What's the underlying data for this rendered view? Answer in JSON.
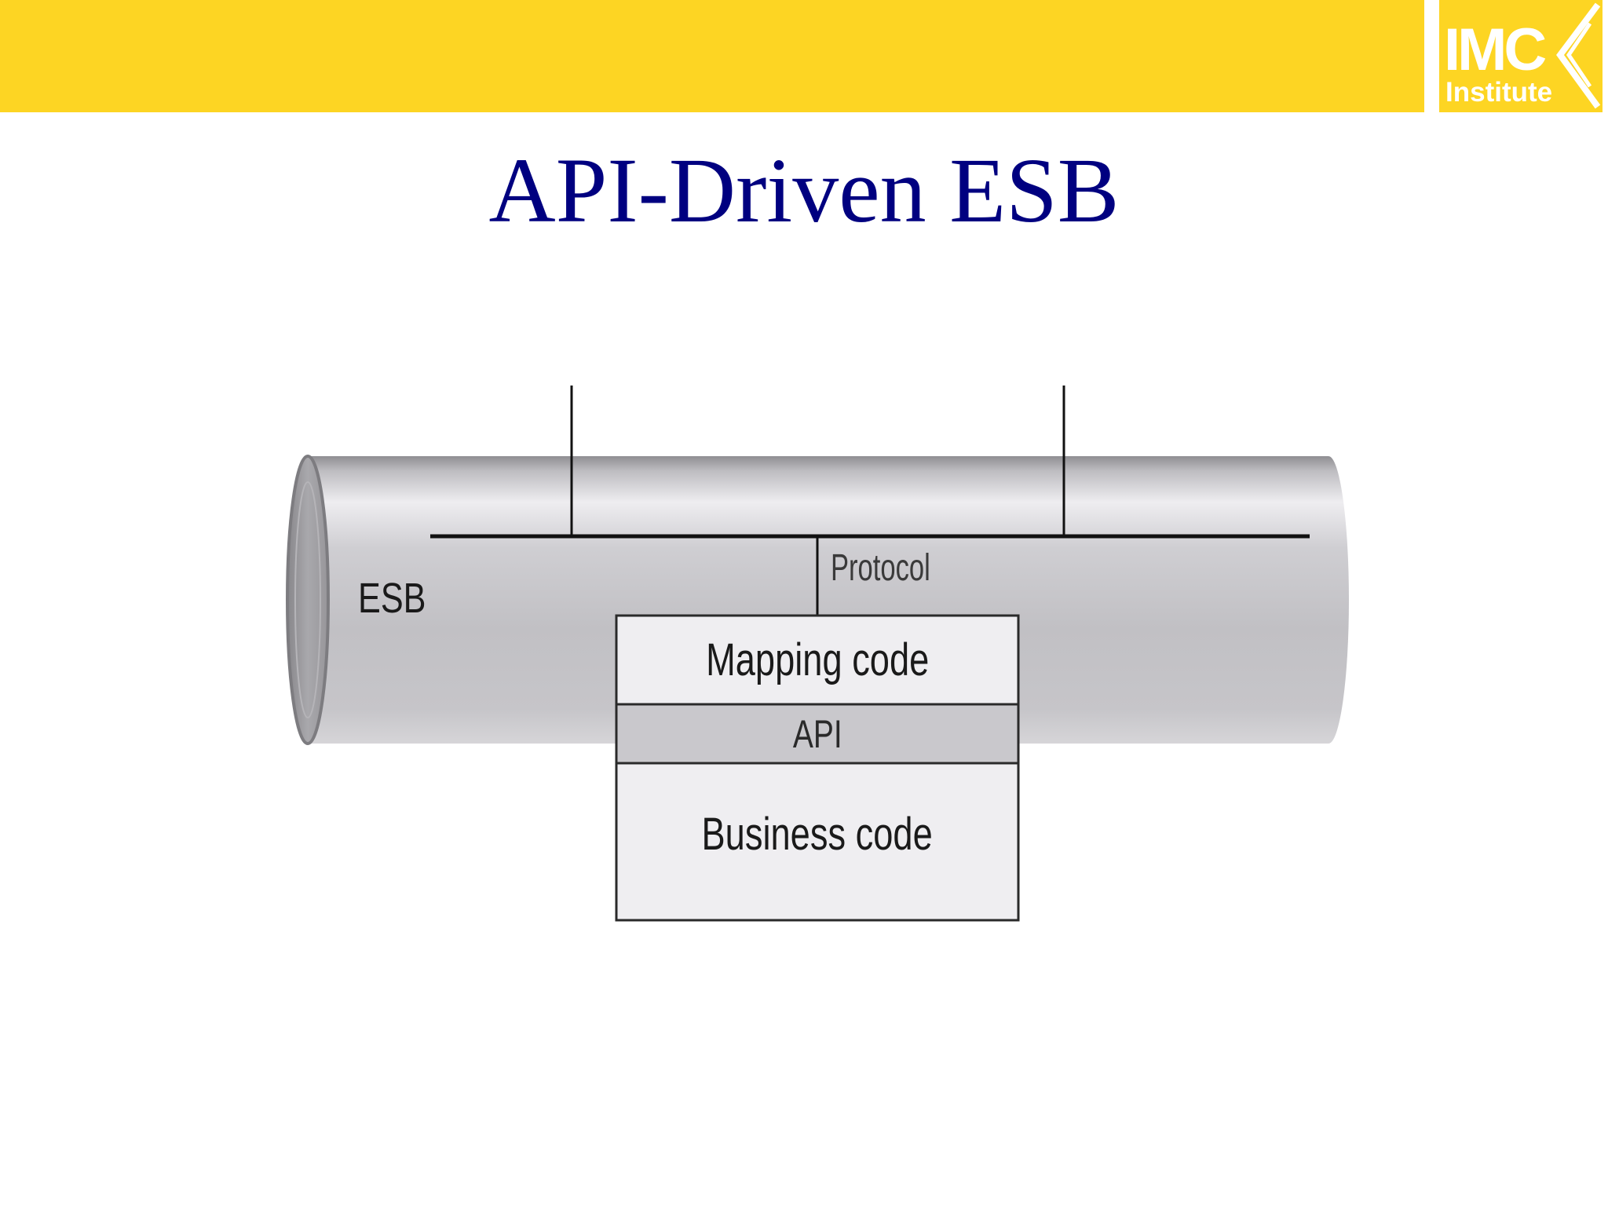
{
  "header": {
    "bar_color": "#FDD523",
    "logo": {
      "main": "IMC",
      "sub": "Institute",
      "background_color": "#FDD523",
      "icon": "chevron-left-icon"
    }
  },
  "title": "API-Driven ESB",
  "title_color": "#000080",
  "diagram": {
    "bus_label": "ESB",
    "protocol_label": "Protocol",
    "stack": [
      {
        "label": "Mapping code"
      },
      {
        "label": "API"
      },
      {
        "label": "Business code"
      }
    ],
    "colors": {
      "pipe": "#c4c3c6",
      "pipe_end": "#a3a2a6",
      "box": "#efeef1",
      "api_band": "#c9c8cc",
      "line": "#111111"
    }
  }
}
